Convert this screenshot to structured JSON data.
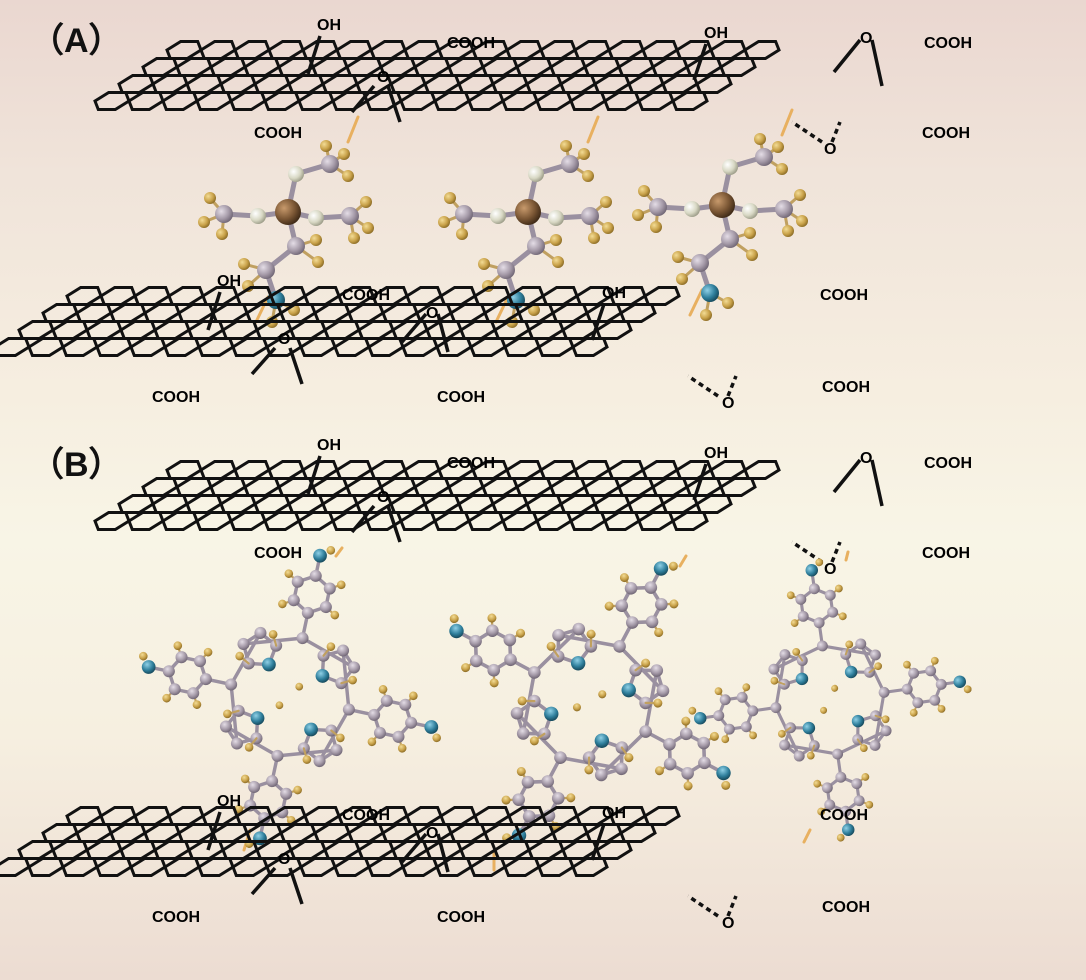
{
  "panels": [
    {
      "label": "（A）",
      "sheets": [
        {
          "labels": [
            "OH",
            "COOH",
            "OH",
            "O",
            "COOH",
            "O",
            "COOH",
            "O",
            "COOH"
          ]
        },
        {
          "labels": [
            "OH",
            "COOH",
            "OH",
            "O",
            "COOH",
            "COOH",
            "O",
            "COOH",
            "O",
            "COOH"
          ]
        }
      ],
      "molecule": "small-molecule-linker"
    },
    {
      "label": "（B）",
      "sheets": [
        {
          "labels": [
            "OH",
            "COOH",
            "OH",
            "O",
            "COOH",
            "O",
            "COOH",
            "O",
            "COOH"
          ]
        },
        {
          "labels": [
            "OH",
            "COOH",
            "OH",
            "O",
            "COOH",
            "COOH",
            "O",
            "COOH",
            "O",
            "COOH"
          ]
        }
      ],
      "molecule": "porphyrin-linker"
    }
  ],
  "colors": {
    "carbon": "#a59aa8",
    "hydrogen": "#c9a24a",
    "nitrogen": "#2f7f9c",
    "metal": "#7a5634",
    "oxygen_light": "#d8d8c4",
    "bond": "#111111",
    "hbond": "#e8b060"
  }
}
